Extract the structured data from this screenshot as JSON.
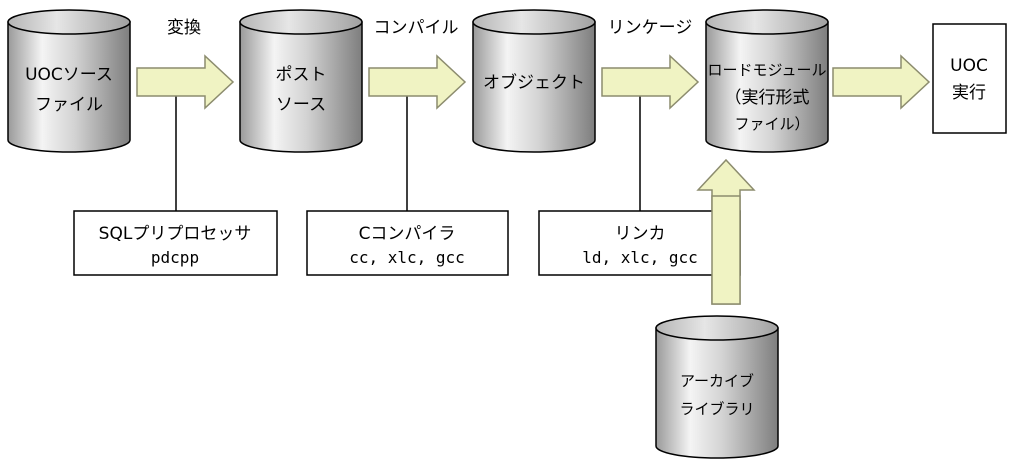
{
  "steps": {
    "convert": "変換",
    "compile": "コンパイル",
    "link": "リンケージ"
  },
  "cylinders": {
    "uoc_source": {
      "line1": "UOCソース",
      "line2": "ファイル"
    },
    "post_source": {
      "line1": "ポスト",
      "line2": "ソース"
    },
    "object": {
      "line1": "オブジェクト"
    },
    "load_module": {
      "line1": "ロードモジュール",
      "line2": "（実行形式",
      "line3": "ファイル）"
    },
    "archive": {
      "line1": "アーカイブ",
      "line2": "ライブラリ"
    }
  },
  "tools": {
    "preprocessor": {
      "name": "SQLプリプロセッサ",
      "command": "pdcpp"
    },
    "compiler": {
      "name": "Cコンパイラ",
      "command": "cc, xlc, gcc"
    },
    "linker": {
      "name": "リンカ",
      "command": "ld, xlc, gcc"
    }
  },
  "result": {
    "line1": "UOC",
    "line2": "実行"
  },
  "colors": {
    "arrow_fill": "#f0f3c3",
    "arrow_stroke": "#8c8c6e",
    "cylinder_light": "#f4f4f4",
    "cylinder_dark": "#8a8a8a",
    "line": "#000000"
  }
}
